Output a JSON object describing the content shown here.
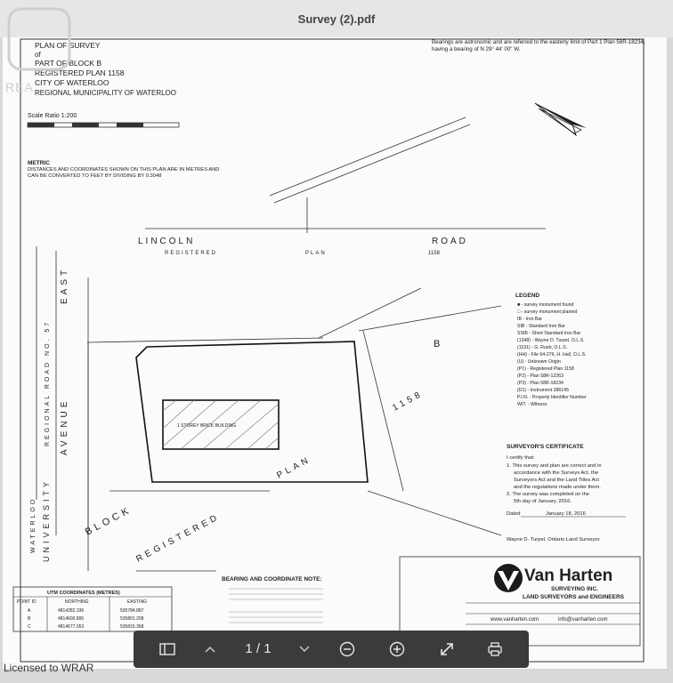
{
  "window": {
    "title": "Survey (2).pdf"
  },
  "brand": {
    "watermark": "REA"
  },
  "survey": {
    "title_lines": [
      "PLAN OF SURVEY",
      "of",
      "PART OF BLOCK B",
      "REGISTERED PLAN 1158",
      "CITY OF WATERLOO",
      "REGIONAL MUNICIPALITY OF WATERLOO"
    ],
    "bearing_note": "Bearings are astronomic and are referred to the easterly limit of Part 1 Plan 58R-18234, having a bearing of N 29° 44' 00\" W.",
    "scale": "Scale Ratio 1:200",
    "metric_title": "METRIC",
    "metric_note": "DISTANCES AND COORDINATES SHOWN ON THIS PLAN ARE IN METRES AND CAN BE CONVERTED TO FEET BY DIVIDING BY 0.3048",
    "road_lincoln": "LINCOLN",
    "road_road": "ROAD",
    "registered": "REGISTERED",
    "plan": "PLAN",
    "plan_1158": "1158",
    "block": "BLOCK",
    "letter_b": "B",
    "avenue": "AVENUE",
    "east": "EAST",
    "regional_road": "REGIONAL ROAD NO. 57",
    "university": "UNIVERSITY",
    "waterloo": "WATERLOO",
    "building": "1 STOREY BRICK BUILDING",
    "legend": {
      "title": "LEGEND",
      "items": [
        "■ - survey monument found",
        "□ - survey monument planted",
        "IB - Iron Bar",
        "SIB - Standard Iron Bar",
        "SSIB - Short Standard Iron Bar",
        "(1348) - Wayne D. Turpel, O.L.S.",
        "(1191) - G. Rueb, O.L.S.",
        "(HH) - File 64-276, H. Hall, O.L.S.",
        "(U) - Unknown Origin",
        "(P1) - Registered Plan 1158",
        "(P2) - Plan 58R-12263",
        "(P3) - Plan 58R-18234",
        "(D1) - Instrument 286145",
        "P.I.N. - Property Identifier Number",
        "WIT. - Witness"
      ]
    },
    "certificate": {
      "title": "SURVEYOR'S CERTIFICATE",
      "lines": [
        "I certify that:",
        "1. This survey and plan are correct and in",
        "accordance with the Surveys Act, the",
        "Surveyors Act and the Land Titles Act",
        "and the regulations made under them.",
        "2. The survey was completed on the",
        "5th day of January, 2016."
      ],
      "dated_label": "Dated",
      "dated_value": "January 18, 2016",
      "signer": "Wayne D. Turpel, Ontario Land Surveyor"
    },
    "bearing_coord_title": "BEARING AND COORDINATE NOTE:",
    "utm": {
      "title": "UTM COORDINATES (METRES)",
      "headers": [
        "POINT ID",
        "NORTHING",
        "EASTING"
      ],
      "rows": [
        [
          "A",
          "4814282.336",
          "535784.887"
        ],
        [
          "B",
          "4814600.895",
          "535801.208"
        ],
        [
          "C",
          "4814677.053",
          "535815.368"
        ]
      ]
    },
    "company": {
      "name": "Van Harten",
      "sub1": "SURVEYING INC.",
      "sub2": "LAND SURVEYORS and ENGINEERS",
      "web": "www.vanharten.com",
      "email": "info@vanharten.com"
    }
  },
  "toolbar": {
    "page_indicator": "1 / 1"
  },
  "footer": {
    "text": "Licensed to WRAR"
  }
}
